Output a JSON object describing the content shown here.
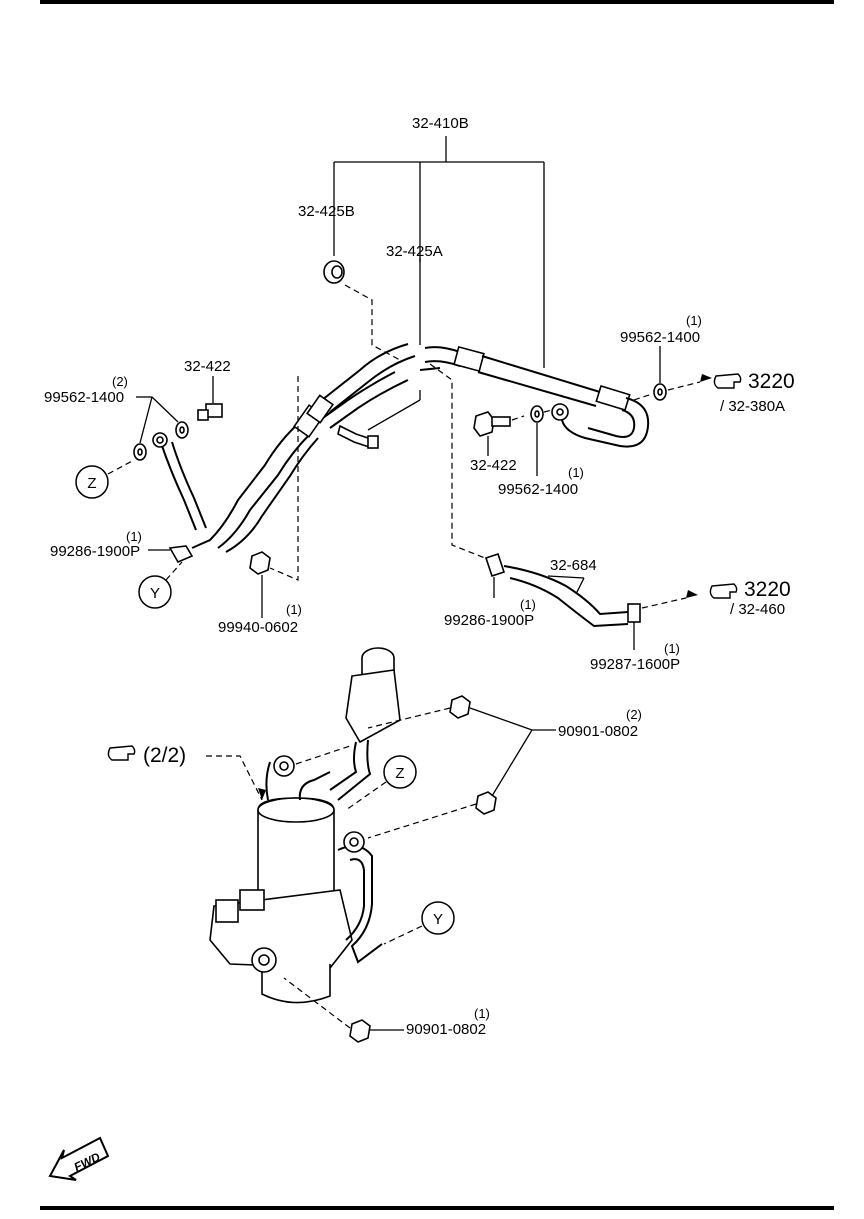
{
  "labels": {
    "p32_410B": "32-410B",
    "p32_425B": "32-425B",
    "p32_425A": "32-425A",
    "p32_422_top": "32-422",
    "p99562_left": "99562-1400",
    "p99562_left_qty": "(2)",
    "p99562_right": "99562-1400",
    "p99562_right_qty": "(1)",
    "p32_422_mid": "32-422",
    "p99562_mid": "99562-1400",
    "p99562_mid_qty": "(1)",
    "p99286_left": "99286-1900P",
    "p99286_left_qty": "(1)",
    "p99940": "99940-0602",
    "p99940_qty": "(1)",
    "p32_684": "32-684",
    "p99286_mid": "99286-1900P",
    "p99286_mid_qty": "(1)",
    "p99287": "99287-1600P",
    "p99287_qty": "(1)",
    "p90901_top": "90901-0802",
    "p90901_top_qty": "(2)",
    "p90901_bot": "90901-0802",
    "p90901_bot_qty": "(1)"
  },
  "refs": {
    "ref1_num": "3220",
    "ref1_sub": "/ 32-380A",
    "ref2_num": "3220",
    "ref2_sub": "/ 32-460",
    "ref3": "(2/2)"
  },
  "markers": {
    "z": "Z",
    "y": "Y"
  },
  "fwd": "FWD"
}
